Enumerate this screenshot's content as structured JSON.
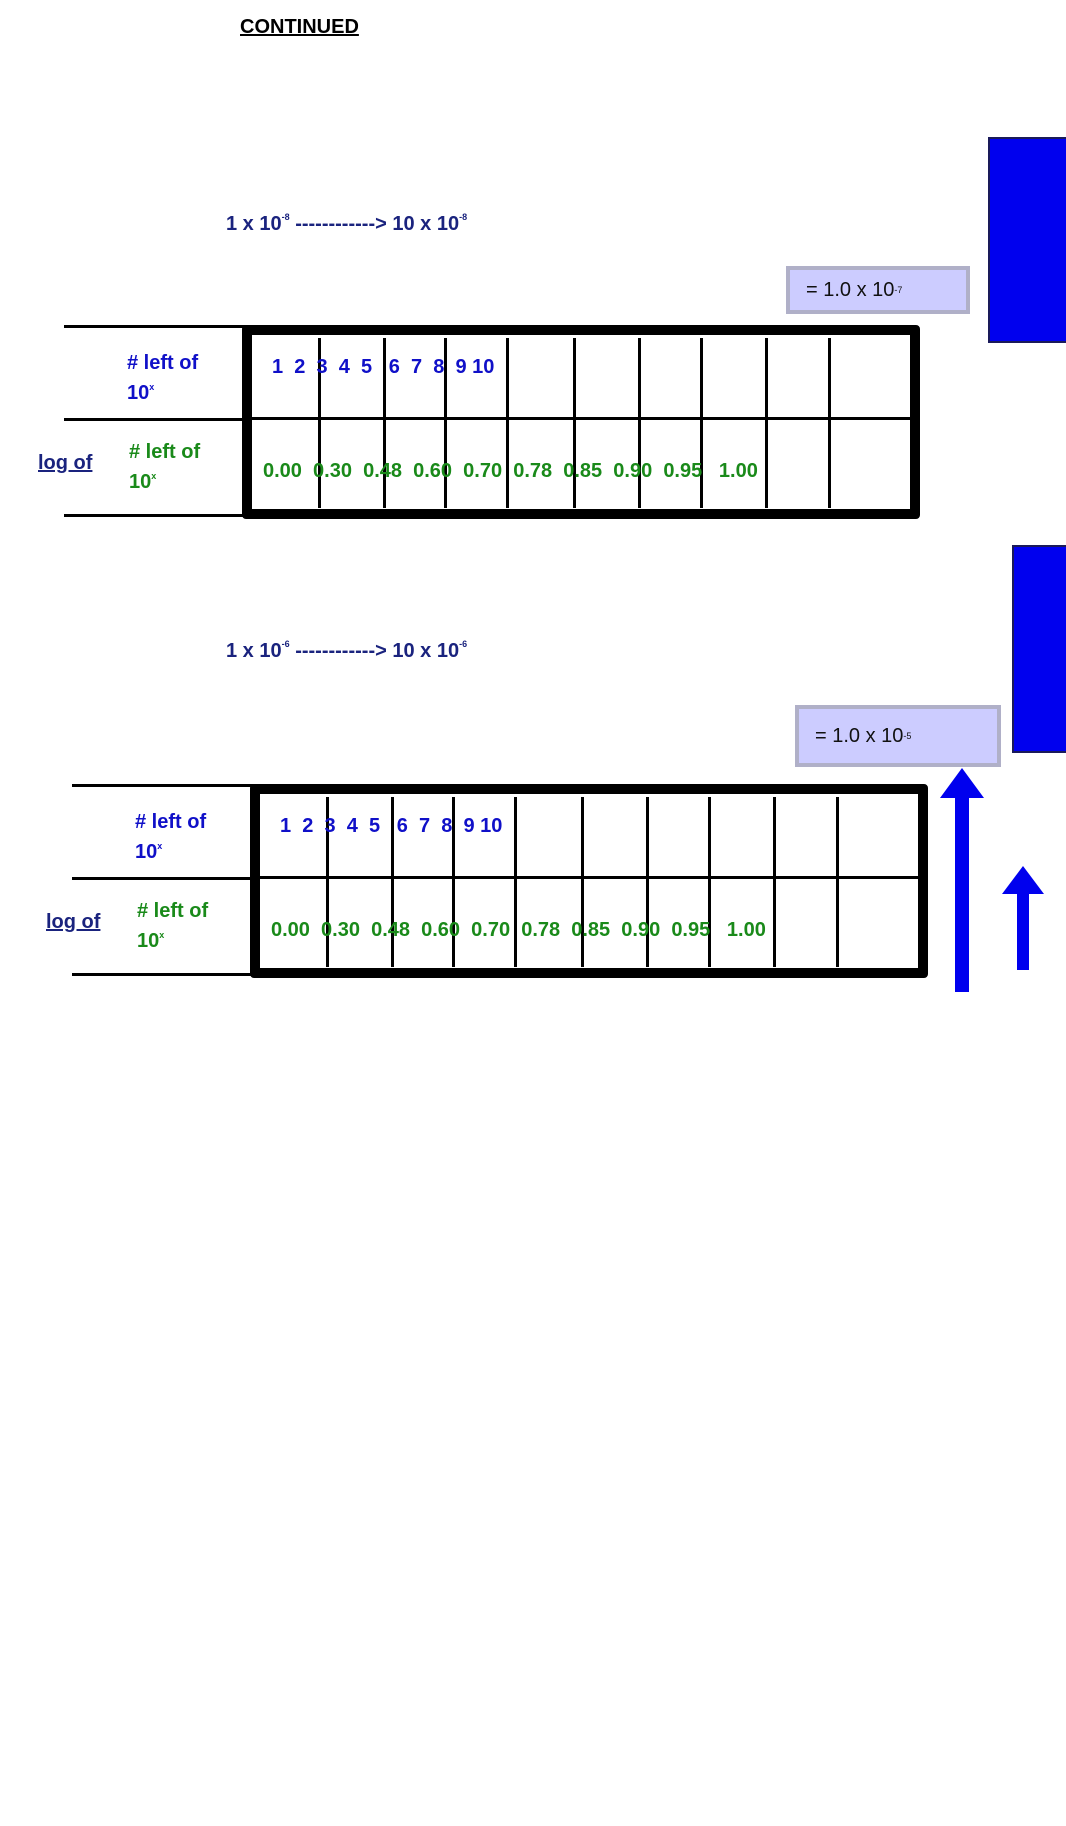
{
  "heading": "CONTINUED",
  "tables": [
    {
      "range_start": "1 x 10",
      "range_start_exp": "-8",
      "range_arrow": "------------>",
      "range_end": "10 x 10",
      "range_end_exp": "-8",
      "result_prefix": "= 1.0 x 10",
      "result_exp": "-7",
      "row1_label_line1": "# left of",
      "row1_label_line2": "10",
      "row1_label_exp": "x",
      "row2_outer_label": "log of",
      "row2_label_line1": "# left of",
      "row2_label_line2": "10",
      "row2_label_exp": "x",
      "numbers": "1  2  3  4  5   6  7  8  9 10",
      "logs": "0.00  0.30  0.48  0.60  0.70  0.78  0.85  0.90  0.95   1.00"
    },
    {
      "range_start": "1 x 10",
      "range_start_exp": "-6",
      "range_arrow": "------------>",
      "range_end": "10 x 10",
      "range_end_exp": "-6",
      "result_prefix": "= 1.0 x 10",
      "result_exp": "-5",
      "row1_label_line1": "# left of",
      "row1_label_line2": "10",
      "row1_label_exp": "x",
      "row2_outer_label": "log of",
      "row2_label_line1": "# left of",
      "row2_label_line2": "10",
      "row2_label_exp": "x",
      "numbers": "1  2  3  4  5   6  7  8  9 10",
      "logs": "0.00  0.30  0.48  0.60  0.70  0.78  0.85  0.90  0.95   1.00"
    }
  ],
  "colors": {
    "accent_blue": "#0000ee",
    "number_blue": "#1010c8",
    "log_green": "#1a8a1a",
    "result_fill": "#ccccff"
  }
}
